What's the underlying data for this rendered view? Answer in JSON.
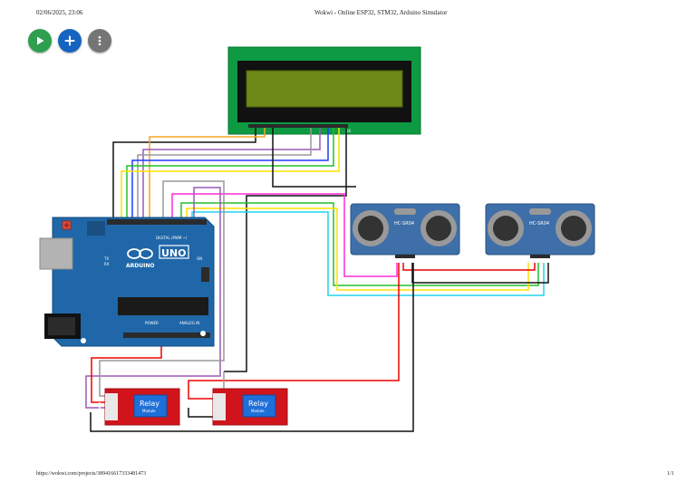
{
  "header": {
    "datetime": "02/06/2025, 23:06",
    "title": "Wokwi - Online ESP32, STM32, Arduino Simulator"
  },
  "footer": {
    "url": "https://wokwi.com/projects/389416617333481473",
    "page": "1/1"
  },
  "toolbar": {
    "play_icon": "play-icon",
    "add_icon": "plus-icon",
    "menu_icon": "more-vertical-icon",
    "colors": {
      "play": "#2e9e4f",
      "add": "#1565c0",
      "menu": "#757575"
    }
  },
  "circuit": {
    "arduino": {
      "logo_text": "UNO",
      "brand_text": "ARDUINO",
      "digital_label": "DIGITAL (PWM ~)",
      "power_label": "POWER",
      "analog_label": "ANALOG IN",
      "on_label": "ON",
      "tx_label": "TX",
      "rx_label": "RX"
    },
    "sensors": [
      {
        "label": "HC-SR04"
      },
      {
        "label": "HC-SR04"
      }
    ],
    "relays": [
      {
        "label": "Relay",
        "sub": "Module"
      },
      {
        "label": "Relay",
        "sub": "Module"
      }
    ],
    "lcd": {
      "pin_count_label": "16"
    }
  }
}
